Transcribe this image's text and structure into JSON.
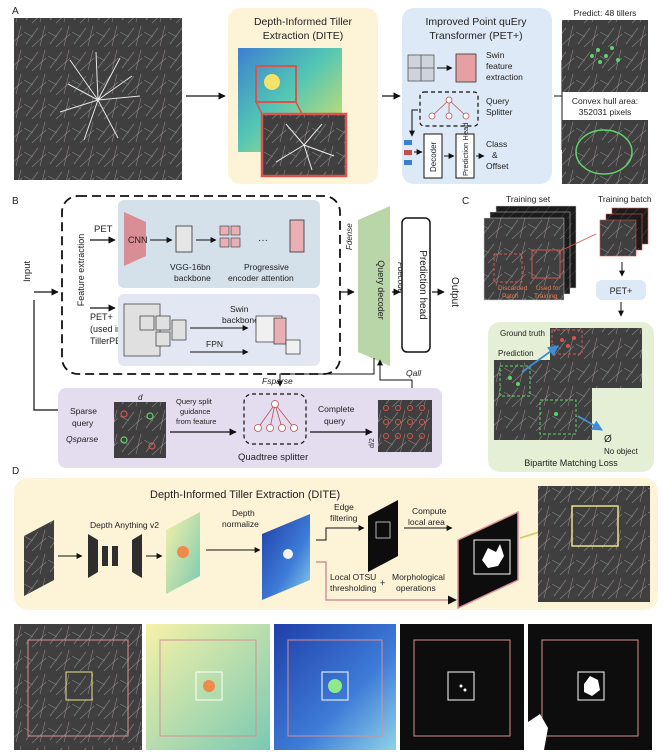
{
  "panel_a": {
    "letter": "A",
    "dite_title_1": "Depth-Informed Tiller",
    "dite_title_2": "Extraction (DITE)",
    "pet_title_1": "Improved Point quEry",
    "pet_title_2": "Transformer (PET+)",
    "swin_1": "Swin",
    "swin_2": "feature",
    "swin_3": "extraction",
    "query_1": "Query",
    "query_2": "Splitter",
    "decoder": "Decoder",
    "prediction_head": "Prediction Head",
    "class_offset_1": "Class",
    "class_offset_2": "&",
    "class_offset_3": "Offset",
    "predict": "Predict: 48 tillers",
    "hull_1": "Convex hull area:",
    "hull_2": "352031 pixels"
  },
  "panel_b": {
    "letter": "B",
    "input": "Input",
    "feature_extraction": "Feature extraction",
    "pet": "PET",
    "pet_plus_1": "PET+",
    "pet_plus_2": "(used in",
    "pet_plus_3": "TillerPET)",
    "cnn": "CNN",
    "vgg_1": "VGG-16bn",
    "vgg_2": "backbone",
    "prog_1": "Progressive",
    "prog_2": "encoder attention",
    "dots": "···",
    "swin_1": "Swin",
    "swin_2": "backbone",
    "fpn": "FPN",
    "f_dense": "Fdense",
    "f_decode": "Fdecode",
    "query_decoder": "Query decoder",
    "prediction_head": "Prediction head",
    "output": "Output",
    "f_sparse": "Fsparse",
    "q_all": "Qall",
    "sparse_1": "Sparse",
    "sparse_2": "query",
    "q_sparse": "Qsparse",
    "d": "d",
    "split_1": "Query split",
    "split_2": "guidance",
    "split_3": "from feature",
    "complete_1": "Complete",
    "complete_2": "query",
    "quadtree": "Quadtree splitter",
    "d_half": "d/2"
  },
  "panel_c": {
    "letter": "C",
    "training_set": "Training set",
    "training_batch": "Training batch",
    "discarded_1": "Discarded",
    "discarded_2": "Patch",
    "used_1": "Used for",
    "used_2": "Training",
    "pet_plus": "PET+",
    "ground_truth": "Ground truth",
    "prediction": "Prediction",
    "empty_set": "Ø",
    "no_object": "No object",
    "loss": "Bipartite Matching Loss"
  },
  "panel_d": {
    "letter": "D",
    "title": "Depth-Informed Tiller Extraction (DITE)",
    "depth_anything": "Depth Anything v2",
    "depth_1": "Depth",
    "depth_2": "normalize",
    "edge_1": "Edge",
    "edge_2": "filtering",
    "compute_1": "Compute",
    "compute_2": "local area",
    "otsu_1": "Local OTSU",
    "otsu_2": "thresholding",
    "plus": "+",
    "morph_1": "Morphological",
    "morph_2": "operations"
  },
  "colors": {
    "dite_bg": "#fdf3d7",
    "pet_bg": "#dde9f6",
    "cnn_bg": "#d4e0ea",
    "swin_bg": "#e3e6f3",
    "quadtree_bg": "#e4dcef",
    "match_bg": "#e4efd6",
    "pink": "#d98e95",
    "query_decoder": "#b9d6a8",
    "soil": "#4a4a4a"
  }
}
